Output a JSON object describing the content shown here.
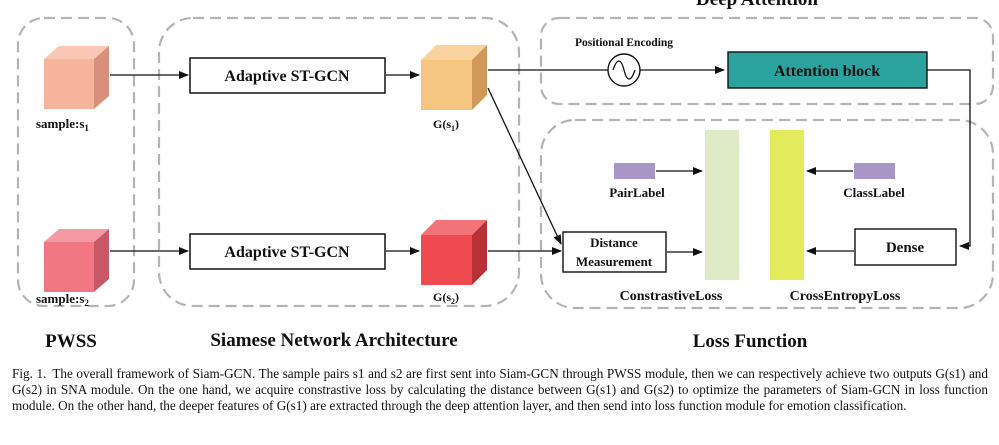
{
  "diagram": {
    "panels": {
      "pwss": "PWSS",
      "siamese": "Siamese Network Architecture",
      "loss": "Loss Function",
      "deep_attention": "Deep Attention"
    },
    "samples": {
      "s1": "sample:s",
      "s1_sub": "1",
      "s2": "sample:s",
      "s2_sub": "2"
    },
    "blocks": {
      "stgcn_top": "Adaptive ST-GCN",
      "stgcn_bottom": "Adaptive ST-GCN",
      "positional_encoding": "Positional Encoding",
      "attention_block": "Attention block",
      "dense": "Dense",
      "distance_line1": "Distance",
      "distance_line2": "Measurement",
      "pair_label": "PairLabel",
      "class_label": "ClassLabel",
      "constrastive_loss": "ConstrastiveLoss",
      "cross_entropy_loss": "CrossEntropyLoss"
    },
    "outputs": {
      "g1": "G(s",
      "g1_sub": "1",
      "g1_close": ")",
      "g2": "G(s",
      "g2_sub": "2",
      "g2_close": ")"
    },
    "colors": {
      "sample1": "#f7b49c",
      "sample2": "#f07682",
      "g1": "#f6c580",
      "g2": "#ee4a50",
      "attention_fill": "#2aa39f",
      "label_bar": "#a897c6",
      "constrastive_bar": "#dfeac7",
      "cross_entropy_bar": "#e3ea5c",
      "dashed_border": "#b4b4b4"
    }
  },
  "caption": {
    "fig": "Fig. 1.",
    "text": "The overall framework of Siam-GCN. The sample pairs s1 and s2 are first sent into Siam-GCN through PWSS module, then we can respectively achieve two outputs G(s1) and G(s2) in SNA module. On the one hand, we acquire constrastive loss by calculating the distance between G(s1) and G(s2) to optimize the parameters of Siam-GCN in loss function module. On the other hand, the deeper features of G(s1) are extracted through the deep attention layer, and then send into loss function module for emotion classification."
  }
}
